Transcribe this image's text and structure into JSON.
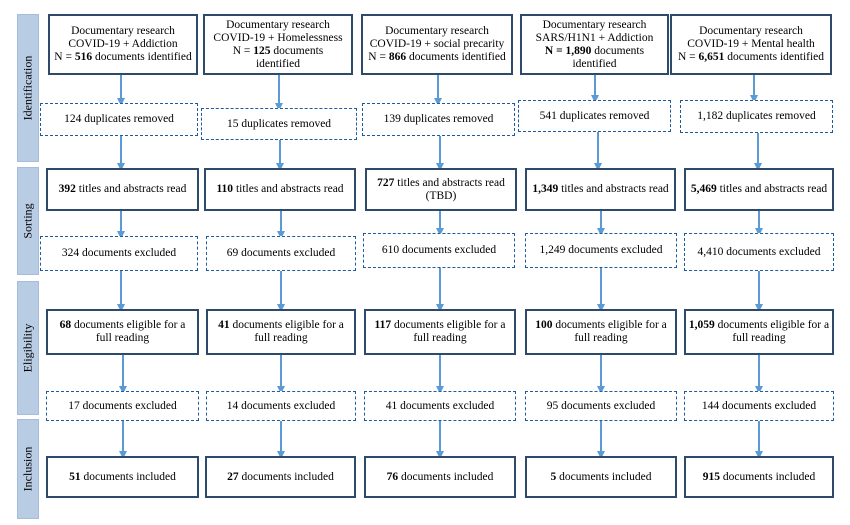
{
  "stages": [
    {
      "id": "identification",
      "label": "Identification"
    },
    {
      "id": "sorting",
      "label": "Sorting"
    },
    {
      "id": "eligibility",
      "label": "Eligibility"
    },
    {
      "id": "inclusion",
      "label": "Inclusion"
    }
  ],
  "columns": [
    {
      "ident": {
        "title": "Documentary research",
        "subtitle": "COVID-19 + Addiction",
        "n_prefix": "N = ",
        "n_value": "516",
        "n_suffix": " documents identified"
      },
      "duplicates": "124 duplicates removed",
      "read": {
        "count": "392",
        "text": " titles and abstracts read",
        "extra": ""
      },
      "excluded1": "324 documents excluded",
      "eligible": {
        "count": "68",
        "text": " documents eligible for a",
        "line2": "full reading"
      },
      "excluded2": "17 documents excluded",
      "included": {
        "count": "51",
        "text": " documents included"
      }
    },
    {
      "ident": {
        "title": "Documentary research",
        "subtitle": "COVID-19 + Homelessness",
        "n_prefix": "N = ",
        "n_value": "125",
        "n_suffix": " documents",
        "n_line2": "identified"
      },
      "duplicates": "15 duplicates removed",
      "read": {
        "count": "110",
        "text": " titles and abstracts read",
        "extra": ""
      },
      "excluded1": "69 documents excluded",
      "eligible": {
        "count": "41",
        "text": " documents eligible for a",
        "line2": "full reading"
      },
      "excluded2": "14 documents excluded",
      "included": {
        "count": "27",
        "text": " documents included"
      }
    },
    {
      "ident": {
        "title": "Documentary research",
        "subtitle": "COVID-19 + social precarity",
        "n_prefix": "N = ",
        "n_value": "866",
        "n_suffix": " documents identified"
      },
      "duplicates": "139 duplicates removed",
      "read": {
        "count": "727",
        "text": " titles and abstracts read",
        "extra": "(TBD)"
      },
      "excluded1": "610 documents excluded",
      "eligible": {
        "count": "117",
        "text": " documents eligible for  a",
        "line2": "full reading"
      },
      "excluded2": "41 documents excluded",
      "included": {
        "count": "76",
        "text": " documents included"
      }
    },
    {
      "ident": {
        "title": "Documentary research",
        "subtitle": "SARS/H1N1 + Addiction",
        "n_prefix": "N = ",
        "n_value": "1,890",
        "n_suffix": " documents",
        "n_line2": "identified",
        "n_prefix_bold": true
      },
      "duplicates": "541 duplicates removed",
      "read": {
        "count": "1,349",
        "text": " titles and abstracts read",
        "extra": ""
      },
      "excluded1": "1,249 documents excluded",
      "eligible": {
        "count": "100",
        "text": " documents eligible for a",
        "line2": "full reading"
      },
      "excluded2": "95 documents excluded",
      "included": {
        "count": "5",
        "text": " documents included"
      }
    },
    {
      "ident": {
        "title": "Documentary research",
        "subtitle": "COVID-19 + Mental health",
        "n_prefix": "N = ",
        "n_value": "6,651",
        "n_suffix": " documents identified"
      },
      "duplicates": "1,182 duplicates removed",
      "read": {
        "count": "5,469",
        "text": " titles and abstracts read",
        "extra": ""
      },
      "excluded1": "4,410 documents excluded",
      "eligible": {
        "count": "1,059",
        "text": " documents eligible for a",
        "line2": "full reading"
      },
      "excluded2": "144 documents excluded",
      "included": {
        "count": "915",
        "text": " documents included"
      }
    }
  ],
  "colors": {
    "arrow": "#5b9bd5",
    "solid_border": "#2e4a6b",
    "dashed_border": "#1f5a9a",
    "stage_fill": "#b8cce4"
  }
}
